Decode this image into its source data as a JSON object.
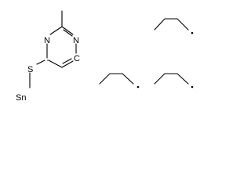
{
  "structure": {
    "atoms": {
      "n_top": "N",
      "n_right": "N",
      "c_ring": "C",
      "s": "S",
      "sn": "Sn"
    },
    "radical_marker": "·",
    "colors": {
      "bond": "#000000",
      "label": "#000000",
      "background": "#ffffff"
    }
  }
}
